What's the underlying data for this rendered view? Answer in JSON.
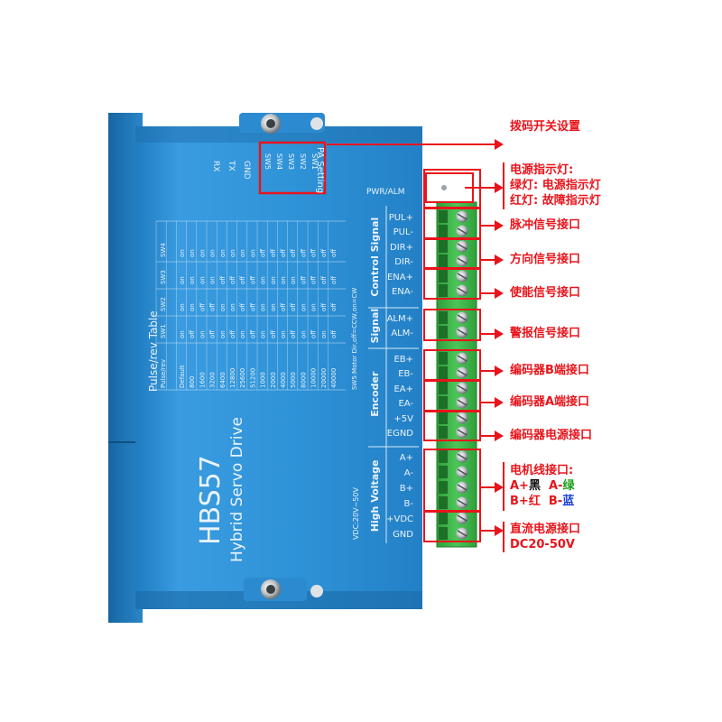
{
  "colors": {
    "case": "#2a8fd4",
    "case_dark": "#1c6fae",
    "case_light": "#5cb3ea",
    "terminal": "#3dbb4a",
    "annotation": "#e8141b",
    "text_light": "#e9f3fb"
  },
  "device": {
    "model": "HBS57",
    "subtitle": "Hybrid Servo Drive",
    "voltage_note": "VDC:20V~50V",
    "pwr_alm": "PWR/ALM",
    "serial": [
      "RX",
      "TX",
      "GND"
    ],
    "pa_setting": "PA Setting",
    "sw_labels": [
      "SW5",
      "SW4",
      "SW3",
      "SW2",
      "SW1"
    ],
    "table_title": "Pulse/rev Table",
    "sw5_note": "SW5:Motor Dir,off=CCW,on=CW",
    "table_headers": [
      "Pulse/rev",
      "SW1",
      "SW2",
      "SW3",
      "SW4"
    ],
    "table_rows": [
      [
        "Default",
        "on",
        "on",
        "on",
        "on"
      ],
      [
        "800",
        "off",
        "on",
        "on",
        "on"
      ],
      [
        "1600",
        "on",
        "off",
        "on",
        "on"
      ],
      [
        "3200",
        "off",
        "off",
        "on",
        "on"
      ],
      [
        "6400",
        "on",
        "on",
        "off",
        "on"
      ],
      [
        "12800",
        "off",
        "on",
        "off",
        "on"
      ],
      [
        "25600",
        "on",
        "off",
        "off",
        "on"
      ],
      [
        "51200",
        "off",
        "off",
        "off",
        "on"
      ],
      [
        "1000",
        "on",
        "on",
        "on",
        "off"
      ],
      [
        "2000",
        "off",
        "on",
        "on",
        "off"
      ],
      [
        "4000",
        "on",
        "off",
        "on",
        "off"
      ],
      [
        "5000",
        "off",
        "off",
        "on",
        "off"
      ],
      [
        "8000",
        "on",
        "on",
        "off",
        "off"
      ],
      [
        "10000",
        "off",
        "on",
        "off",
        "off"
      ],
      [
        "20000",
        "on",
        "off",
        "off",
        "off"
      ],
      [
        "40000",
        "off",
        "off",
        "off",
        "off"
      ]
    ],
    "groups": [
      {
        "name": "Control Signal",
        "pins": [
          "PUL+",
          "PUL-",
          "DIR+",
          "DIR-",
          "ENA+",
          "ENA-"
        ]
      },
      {
        "name": "Signal",
        "pins": [
          "ALM+",
          "ALM-"
        ]
      },
      {
        "name": "Encoder",
        "pins": [
          "EB+",
          "EB-",
          "EA+",
          "EA-",
          "+5V",
          "EGND"
        ]
      },
      {
        "name": "High Voltage",
        "pins": [
          "A+",
          "A-",
          "B+",
          "B-",
          "+VDC",
          "GND"
        ]
      }
    ]
  },
  "annotations": {
    "dip": "拨码开关设置",
    "power_title": "电源指示灯:",
    "power_green": "绿灯: 电源指示灯",
    "power_red": "红灯: 故障指示灯",
    "pulse": "脉冲信号接口",
    "dir": "方向信号接口",
    "enable": "使能信号接口",
    "alarm": "警报信号接口",
    "enc_b": "编码器B端接口",
    "enc_a": "编码器A端接口",
    "enc_pwr": "编码器电源接口",
    "motor_title": "电机线接口:",
    "motor_a_plus": "A+",
    "motor_a_plus_c": "黑",
    "motor_a_minus": "A-",
    "motor_a_minus_c": "绿",
    "motor_b_plus": "B+",
    "motor_b_plus_c": "红",
    "motor_b_minus": "B-",
    "motor_b_minus_c": "蓝",
    "dc": "直流电源接口",
    "dc_range": "DC20-50V"
  }
}
